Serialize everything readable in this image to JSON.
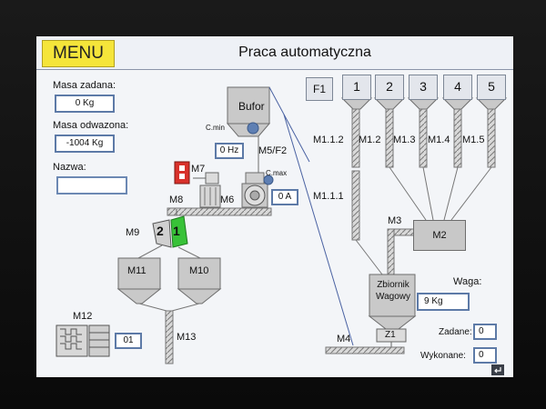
{
  "header": {
    "menu_label": "MENU",
    "title": "Praca automatyczna"
  },
  "left_panel": {
    "masa_zadana_label": "Masa zadana:",
    "masa_zadana_value": "0 Kg",
    "masa_odwazona_label": "Masa odwazona:",
    "masa_odwazona_value": "-1004 Kg",
    "nazwa_label": "Nazwa:",
    "nazwa_value": ""
  },
  "top_buttons": [
    "F1",
    "1",
    "2",
    "3",
    "4",
    "5"
  ],
  "bufor": {
    "label": "Bufor",
    "cmin_label": "C.min",
    "cmax_label": "C.max"
  },
  "m5": {
    "freq_value": "0 Hz",
    "label": "M5/F2",
    "current_value": "0 A"
  },
  "motors": {
    "m7": "M7",
    "m8": "M8",
    "m6": "M6",
    "m9": "M9",
    "m11": "M11",
    "m10": "M10",
    "m12": "M12",
    "m13": "M13",
    "m4": "M4",
    "m3": "M3",
    "m2": "M2",
    "m1_1_2": "M1.1.2",
    "m1_2": "M1.2",
    "m1_3": "M1.3",
    "m1_4": "M1.4",
    "m1_5": "M1.5",
    "m1_1_1": "M1.1.1"
  },
  "valves": {
    "v2": "2",
    "v1": "1",
    "v1_color": "#38c238",
    "v2_color": "#cfcfcf"
  },
  "m12_counter": "01",
  "scale_tank": {
    "label_line1": "Zbiornik",
    "label_line2": "Wagowy",
    "z1": "Z1"
  },
  "waga": {
    "label": "Waga:",
    "value": "9 Kg"
  },
  "zadane": {
    "label": "Zadane:",
    "value": "0"
  },
  "wykonane": {
    "label": "Wykonane:",
    "value": "0"
  },
  "colors": {
    "menu_bg": "#f5e53a",
    "field_border": "#5d7aa7",
    "m7_red": "#d8312b"
  }
}
